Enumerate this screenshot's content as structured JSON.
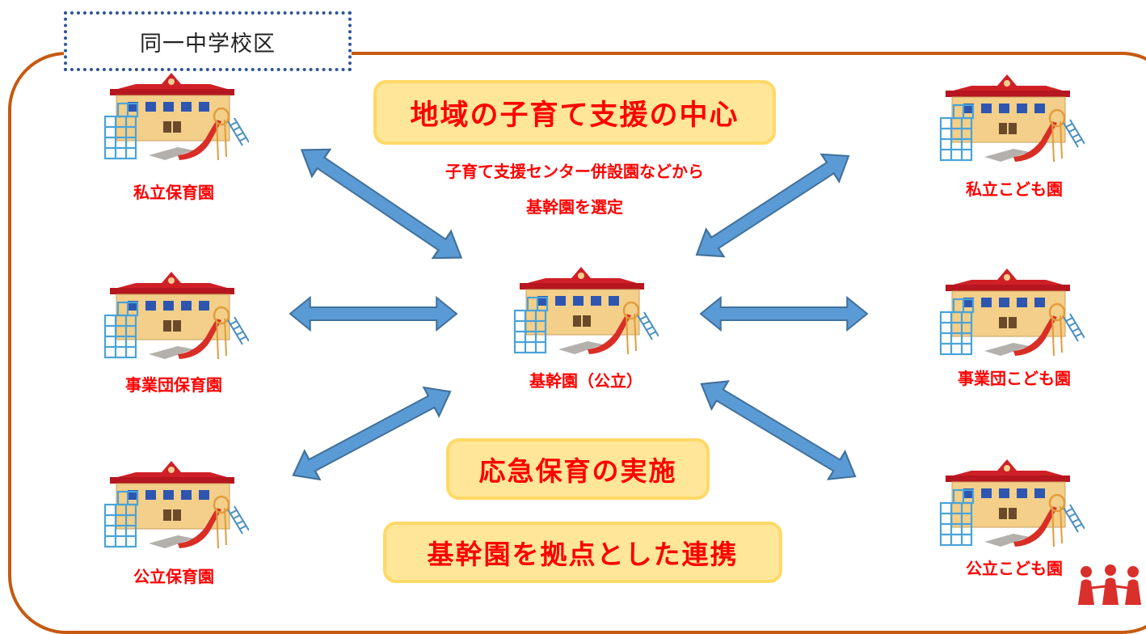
{
  "district": {
    "label": "同一中学校区"
  },
  "callouts": {
    "hub_title": "地域の子育て支援の中心",
    "emergency": "応急保育の実施",
    "network": "基幹園を拠点とした連携"
  },
  "notes": {
    "line1": "子育て支援センター併設園などから",
    "line2": "基幹園を選定"
  },
  "facilities": {
    "center": "基幹園（公立）",
    "private_nursery": "私立保育園",
    "business_nursery": "事業団保育園",
    "public_nursery": "公立保育園",
    "private_kodomo": "私立こども園",
    "business_kodomo": "事業団こども園",
    "public_kodomo": "公立こども園"
  },
  "colors": {
    "frame": "#c55a11",
    "district_border": "#2e5597",
    "callout_fill": "#ffe699",
    "label_text": "#ff0000",
    "arrow": "#5b9bd5"
  }
}
